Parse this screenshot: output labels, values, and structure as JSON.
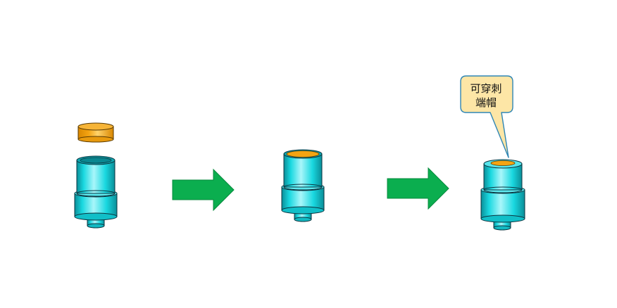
{
  "callout": {
    "lines": [
      "可穿刺",
      "端帽"
    ],
    "fill": "#FDE6A6",
    "border": "#2F86B5"
  },
  "colors": {
    "body_cyan": "#19D8E0",
    "body_light": "#A9F6FA",
    "body_dark": "#0A8E98",
    "outline": "#0B3540",
    "cap_orange": "#F4A412",
    "cap_light": "#FFD36B",
    "arrow_green": "#0BAE4F"
  },
  "diagram": {
    "steps": [
      {
        "id": "step-1-separate",
        "icon": "vial-adapter-with-separate-cap-icon"
      },
      {
        "id": "step-2-inserted",
        "icon": "vial-adapter-cap-inserted-icon"
      },
      {
        "id": "step-3-assembled",
        "icon": "assembled-vial-adapter-icon"
      }
    ],
    "arrows": [
      "arrow-right-icon",
      "arrow-right-icon"
    ]
  }
}
